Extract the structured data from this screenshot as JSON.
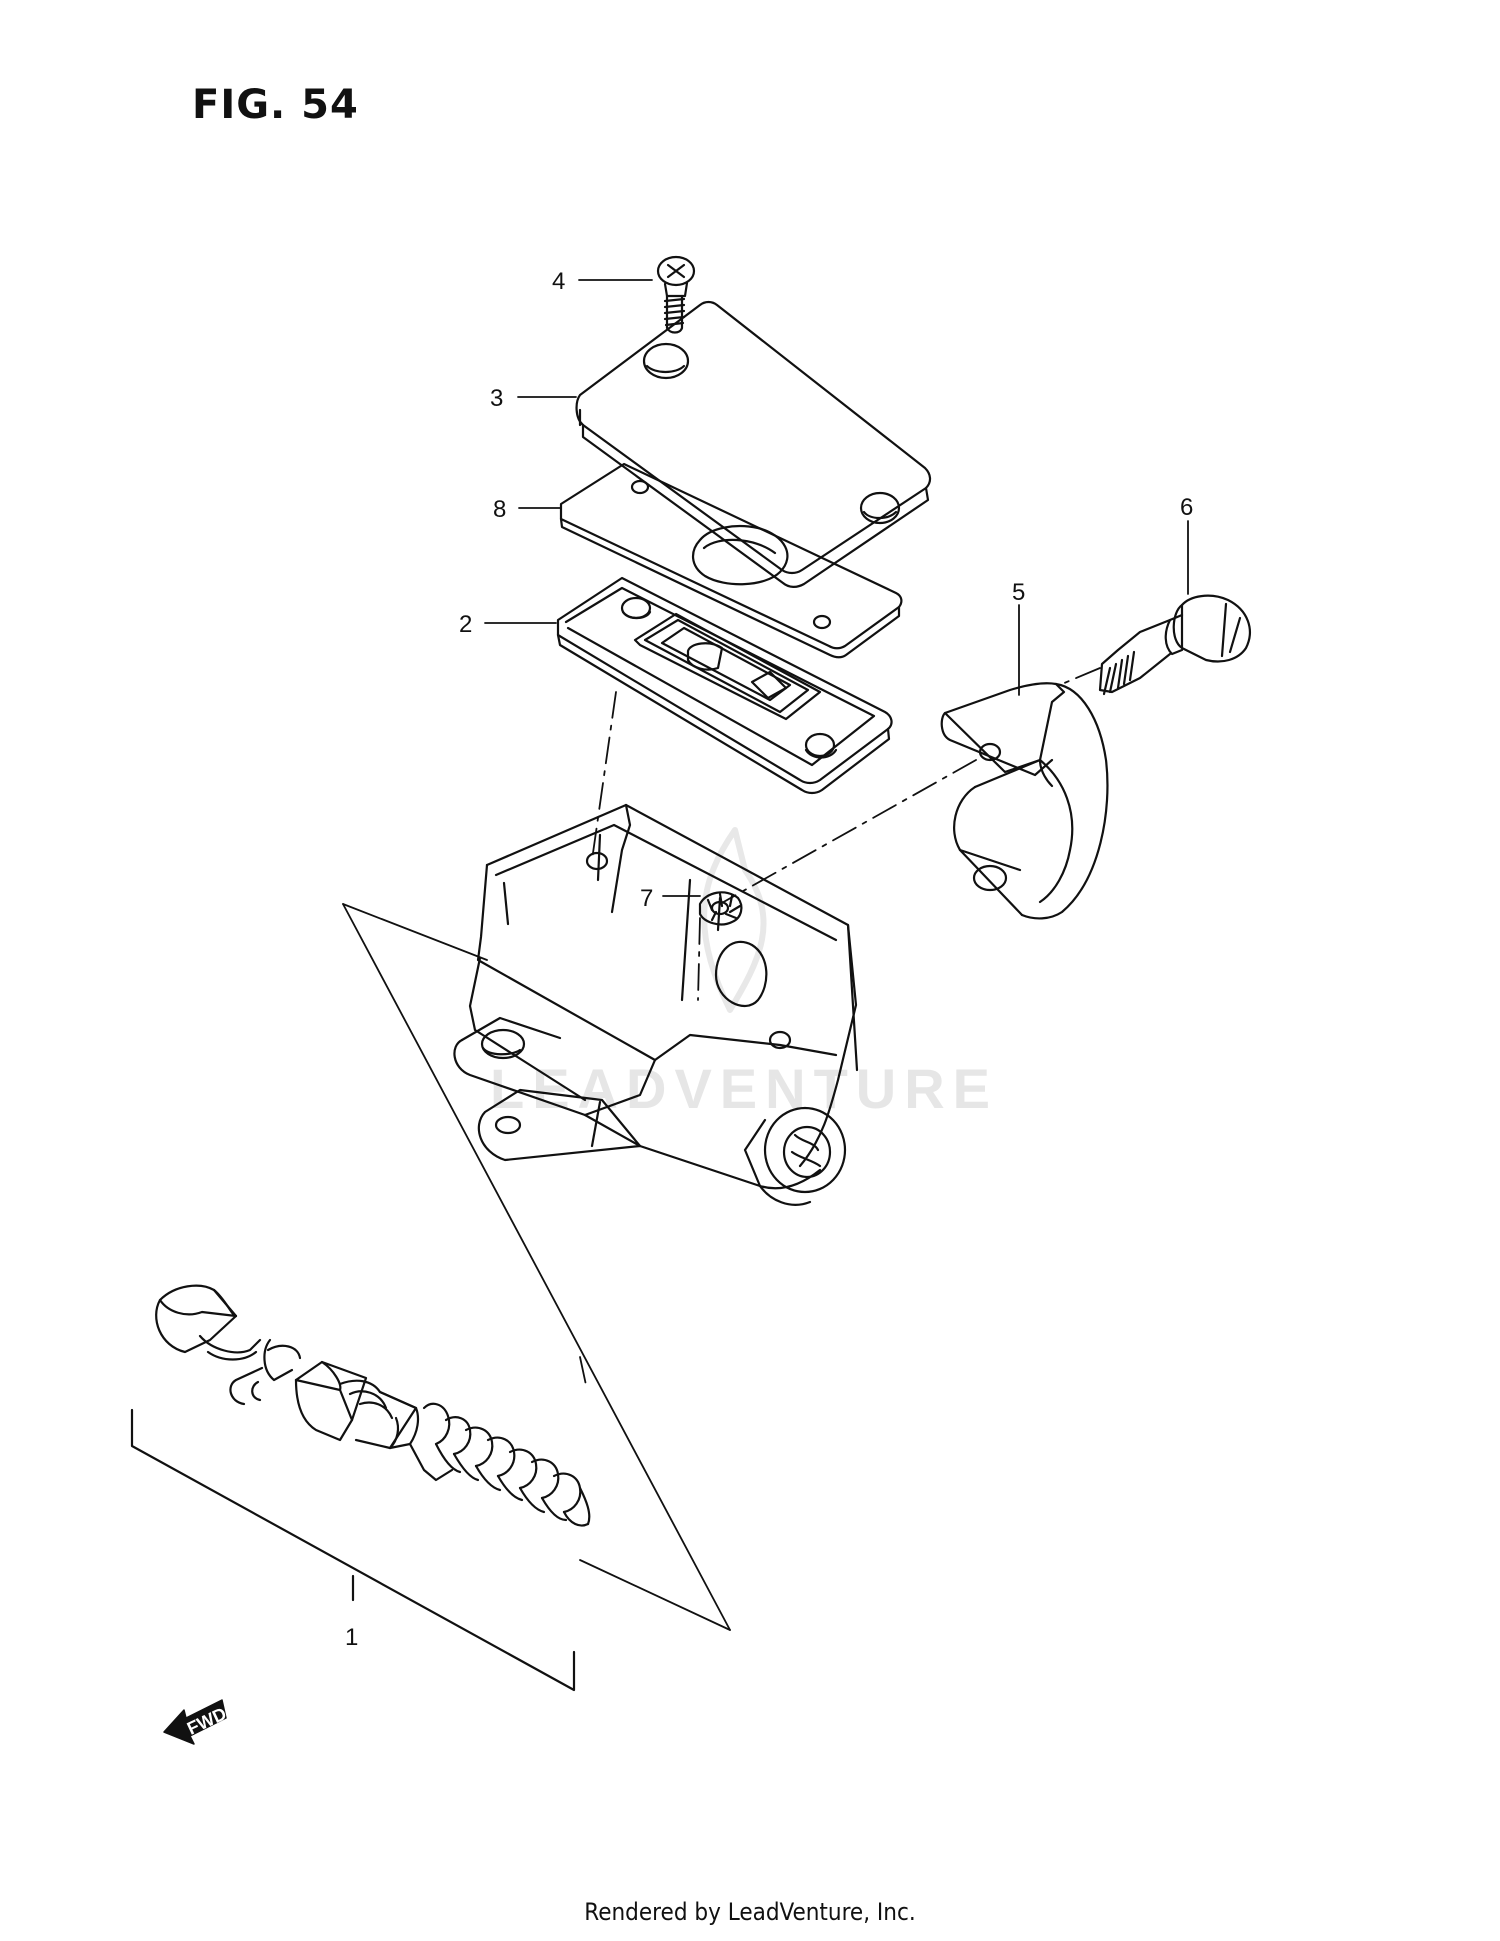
{
  "figure": {
    "title": "FIG. 54"
  },
  "watermark": {
    "text": "LEADVENTURE"
  },
  "fwd_marker": {
    "text": "FWD"
  },
  "footer": {
    "text": "Rendered by LeadVenture, Inc."
  },
  "callouts": {
    "c1": "1",
    "c2": "2",
    "c3": "3",
    "c4": "4",
    "c5": "5",
    "c6": "6",
    "c7": "7",
    "c8": "8"
  },
  "colors": {
    "line": "#111111",
    "background": "#ffffff",
    "watermark": "#e6e6e6"
  }
}
